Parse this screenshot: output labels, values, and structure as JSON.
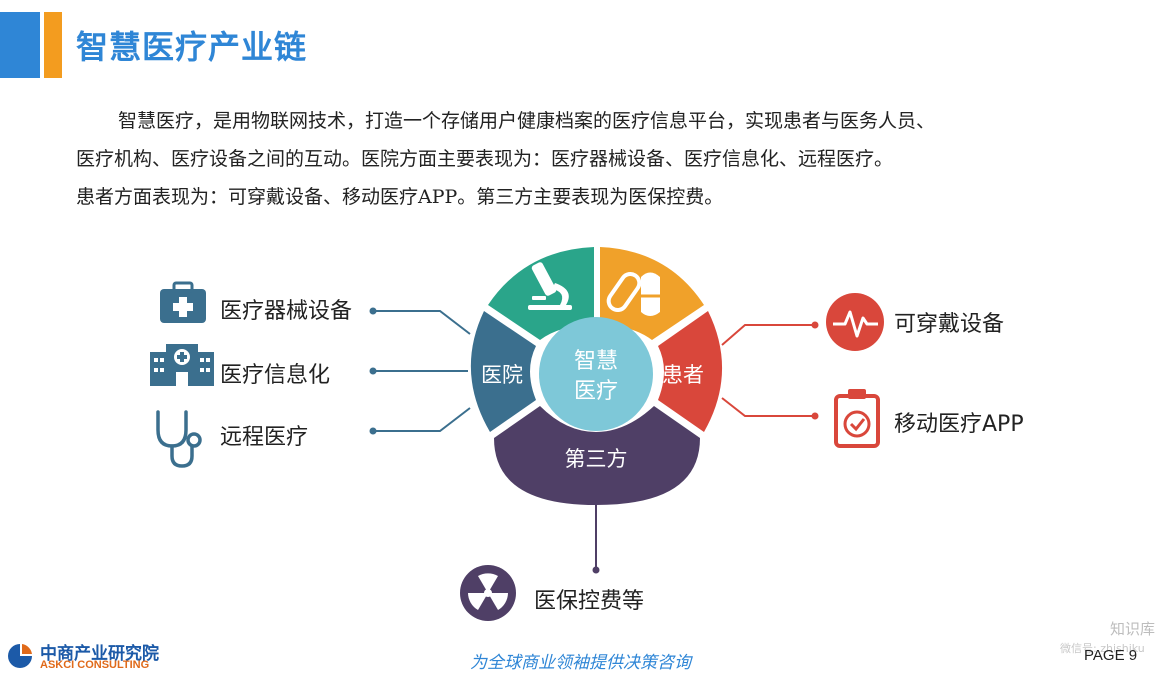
{
  "header": {
    "title": "智慧医疗产业链",
    "colors": {
      "blue": "#2f86d6",
      "orange": "#f39c1f"
    }
  },
  "intro": {
    "line1": "智慧医疗，是用物联网技术，打造一个存储用户健康档案的医疗信息平台，实现患者与医务人员、",
    "line2": "医疗机构、医疗设备之间的互动。医院方面主要表现为：医疗器械设备、医疗信息化、远程医疗。",
    "line3": "患者方面表现为：可穿戴设备、移动医疗APP。第三方主要表现为医保控费。"
  },
  "diagram": {
    "center": {
      "line1": "智慧",
      "line2": "医疗",
      "color": "#7ec8d8"
    },
    "segments": {
      "hospital": {
        "label": "医院",
        "color": "#3b6f8e"
      },
      "patient": {
        "label": "患者",
        "color": "#d9473b"
      },
      "third_party": {
        "label": "第三方",
        "color": "#4f3f66"
      },
      "top_left": {
        "icon": "microscope-icon",
        "color": "#2aa58a"
      },
      "top_right": {
        "icon": "pills-icon",
        "color": "#f0a12a"
      }
    },
    "hospital_items": [
      {
        "label": "医疗器械设备",
        "icon": "medical-kit-icon"
      },
      {
        "label": "医疗信息化",
        "icon": "hospital-building-icon"
      },
      {
        "label": "远程医疗",
        "icon": "stethoscope-icon"
      }
    ],
    "patient_items": [
      {
        "label": "可穿戴设备",
        "icon": "heartbeat-icon"
      },
      {
        "label": "移动医疗APP",
        "icon": "clipboard-check-icon"
      }
    ],
    "third_party_items": [
      {
        "label": "医保控费等",
        "icon": "radiation-icon"
      }
    ]
  },
  "footer": {
    "logo_cn": "中商产业研究院",
    "logo_en": "ASKCI CONSULTING",
    "tagline": "为全球商业领袖提供决策咨询",
    "page": "PAGE  9",
    "watermark": "知识库",
    "watermark_sub": "微信号: zhishiku"
  }
}
